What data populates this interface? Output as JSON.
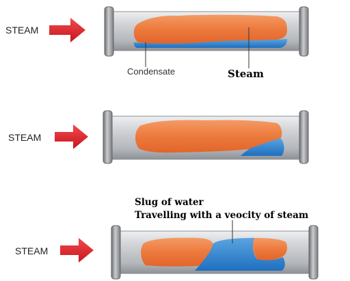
{
  "panels": [
    {
      "inlet_label": "STEAM",
      "labels": {
        "condensate": "Condensate",
        "steam": "Steam"
      }
    },
    {
      "inlet_label": "STEAM"
    },
    {
      "inlet_label": "STEAM",
      "labels": {
        "slug_line1": "Slug of water",
        "slug_line2": "Travelling with a veocity of steam"
      }
    }
  ],
  "colors": {
    "arrow": "#e3262d",
    "steam": "#ec7a3d",
    "water": "#2d83cf",
    "pipe": "#d3d5d8"
  },
  "icons": {
    "inlet_arrow": "right-arrow-icon"
  }
}
